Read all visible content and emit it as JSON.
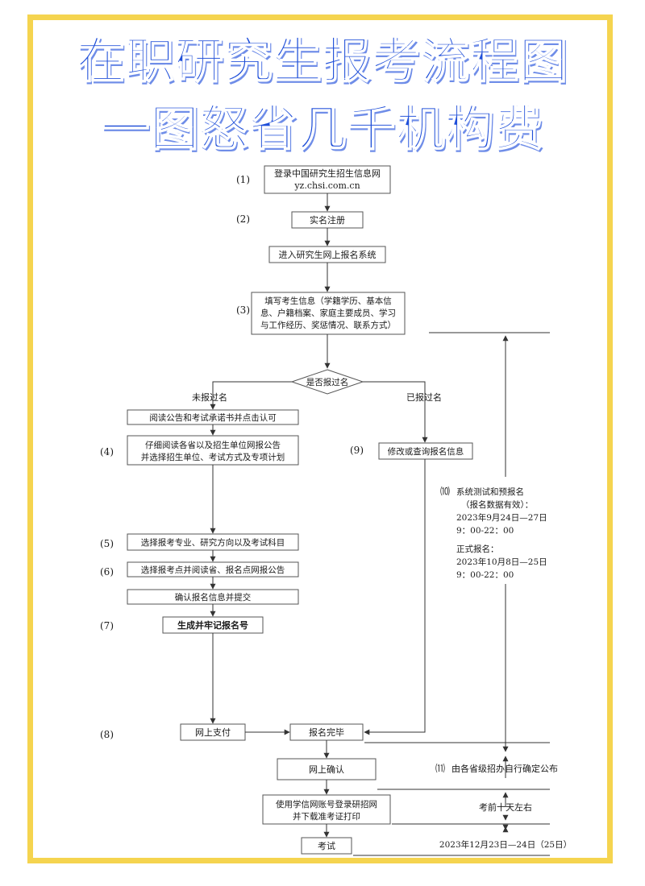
{
  "title": {
    "line1": "在职研究生报考流程图",
    "line2": "一图怒省几千机构费"
  },
  "steps": {
    "n1": "(1)",
    "n2": "(2)",
    "n3": "(3)",
    "n4": "(4)",
    "n5": "(5)",
    "n6": "(6)",
    "n7": "(7)",
    "n8": "(8)",
    "n9": "(9)",
    "n10": "⑽",
    "n11": "⑾"
  },
  "boxes": {
    "login_line1": "登录中国研究生招生信息网",
    "login_line2": "yz.chsi.com.cn",
    "register": "实名注册",
    "enter_system": "进入研究生网上报名系统",
    "fill_line1": "填写考生信息（学籍学历、基本信",
    "fill_line2": "息、户籍档案、家庭主要成员、学习",
    "fill_line3": "与工作经历、奖惩情况、联系方式）",
    "decision": "是否报过名",
    "read_notice": "阅读公告和考试承诺书并点击认可",
    "select_unit_line1": "仔细阅读各省以及招生单位网报公告",
    "select_unit_line2": "并选择招生单位、考试方式及专项计划",
    "modify": "修改或查询报名信息",
    "select_major": "选择报考专业、研究方向以及考试科目",
    "select_site": "选择报考点并阅读省、报名点网报公告",
    "confirm_submit": "确认报名信息并提交",
    "gen_number": "生成并牢记报名号",
    "pay": "网上支付",
    "done": "报名完毕",
    "online_confirm": "网上确认",
    "print_line1": "使用学信网账号登录研招网",
    "print_line2": "并下载准考证打印",
    "exam": "考试"
  },
  "branches": {
    "not_registered": "未报过名",
    "registered": "已报过名"
  },
  "notes": {
    "pre_title": "系统测试和预报名",
    "pre_sub": "（报名数据有效）：",
    "pre_dates": "2023年9月24日—27日",
    "pre_time": "9：00-22：00",
    "formal_title": "正式报名：",
    "formal_dates": "2023年10月8日—25日",
    "formal_time": "9：00-22：00",
    "confirm_note": "由各省级招办自行确定公布",
    "ten_days": "考前十天左右",
    "exam_date": "2023年12月23日—24日（25日）"
  }
}
